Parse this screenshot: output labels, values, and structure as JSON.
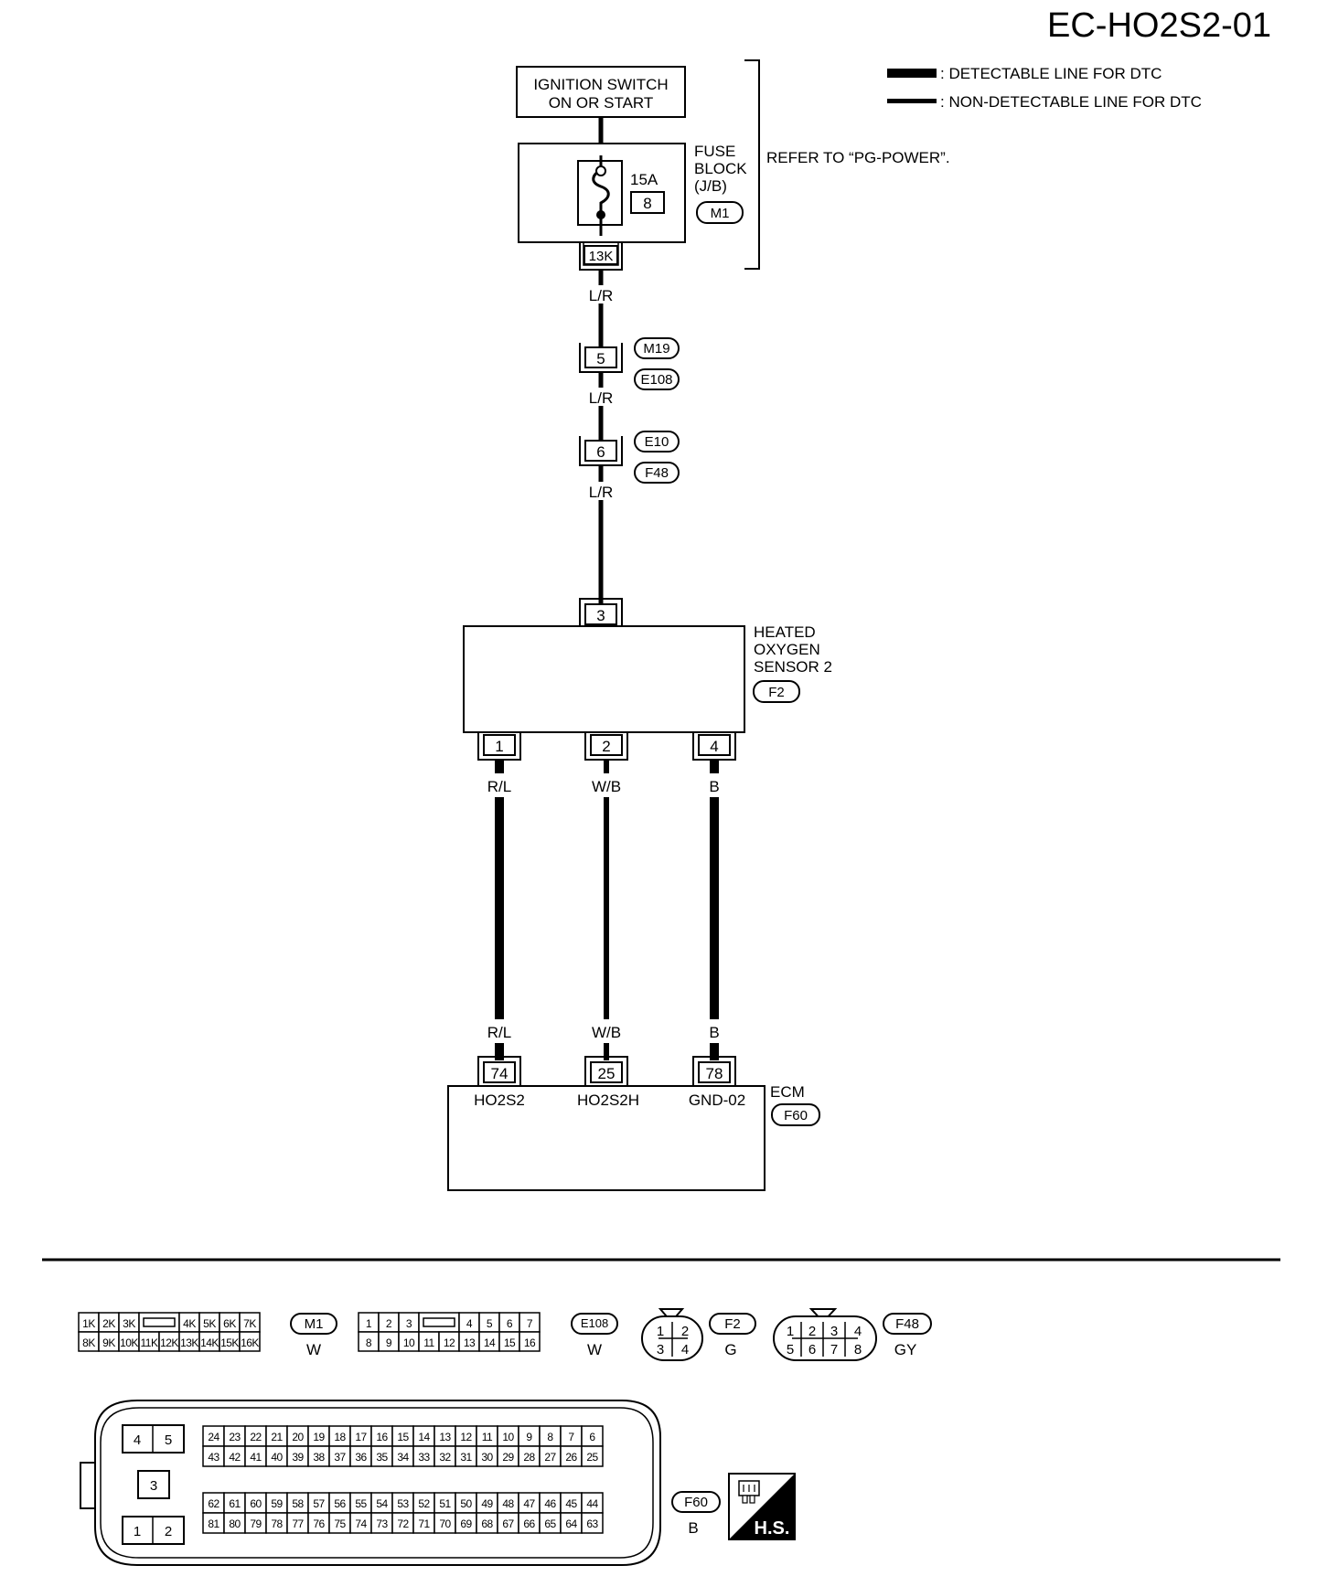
{
  "title": "EC-HO2S2-01",
  "legend": {
    "detectable": ": DETECTABLE LINE FOR DTC",
    "non_detectable": ": NON-DETECTABLE LINE FOR DTC"
  },
  "ignition": {
    "line1": "IGNITION SWITCH",
    "line2": "ON OR START"
  },
  "fuse_block": {
    "label1": "FUSE",
    "label2": "BLOCK",
    "label3": "(J/B)",
    "connector": "M1",
    "rating": "15A",
    "fuse_no": "8",
    "terminal": "13K"
  },
  "refer_note": "REFER TO “PG-POWER”.",
  "wires": {
    "lr": "L/R",
    "rl": "R/L",
    "wb": "W/B",
    "b": "B"
  },
  "joint1": {
    "pin": "5",
    "conn_a": "M19",
    "conn_b": "E108"
  },
  "joint2": {
    "pin": "6",
    "conn_a": "E10",
    "conn_b": "F48"
  },
  "sensor": {
    "line1": "HEATED",
    "line2": "OXYGEN",
    "line3": "SENSOR 2",
    "connector": "F2",
    "pin_top": "3",
    "pin1": "1",
    "pin2": "2",
    "pin3": "4"
  },
  "ecm": {
    "label": "ECM",
    "connector": "F60",
    "pins": [
      "74",
      "25",
      "78"
    ],
    "terms": [
      "HO2S2",
      "HO2S2H",
      "GND-02"
    ]
  },
  "connectors": {
    "m1": {
      "id": "M1",
      "color": "W",
      "top": [
        "1K",
        "2K",
        "3K",
        "4K",
        "5K",
        "6K",
        "7K"
      ],
      "bottom": [
        "8K",
        "9K",
        "10K",
        "11K",
        "12K",
        "13K",
        "14K",
        "15K",
        "16K"
      ]
    },
    "e108": {
      "id": "E108",
      "color": "W",
      "top": [
        "1",
        "2",
        "3",
        "4",
        "5",
        "6",
        "7"
      ],
      "bottom": [
        "8",
        "9",
        "10",
        "11",
        "12",
        "13",
        "14",
        "15",
        "16"
      ]
    },
    "f2": {
      "id": "F2",
      "color": "G",
      "pins": [
        "1",
        "2",
        "3",
        "4"
      ]
    },
    "f48": {
      "id": "F48",
      "color": "GY",
      "pins": [
        "1",
        "2",
        "3",
        "4",
        "5",
        "6",
        "7",
        "8"
      ]
    },
    "f60": {
      "id": "F60",
      "color": "B",
      "small": [
        "4",
        "5",
        "3",
        "1",
        "2"
      ],
      "row1": [
        "24",
        "23",
        "22",
        "21",
        "20",
        "19",
        "18",
        "17",
        "16",
        "15",
        "14",
        "13",
        "12",
        "11",
        "10",
        "9",
        "8",
        "7",
        "6"
      ],
      "row2": [
        "43",
        "42",
        "41",
        "40",
        "39",
        "38",
        "37",
        "36",
        "35",
        "34",
        "33",
        "32",
        "31",
        "30",
        "29",
        "28",
        "27",
        "26",
        "25"
      ],
      "row3": [
        "62",
        "61",
        "60",
        "59",
        "58",
        "57",
        "56",
        "55",
        "54",
        "53",
        "52",
        "51",
        "50",
        "49",
        "48",
        "47",
        "46",
        "45",
        "44"
      ],
      "row4": [
        "81",
        "80",
        "79",
        "78",
        "77",
        "76",
        "75",
        "74",
        "73",
        "72",
        "71",
        "70",
        "69",
        "68",
        "67",
        "66",
        "65",
        "64",
        "63"
      ]
    }
  },
  "hs": "H.S."
}
